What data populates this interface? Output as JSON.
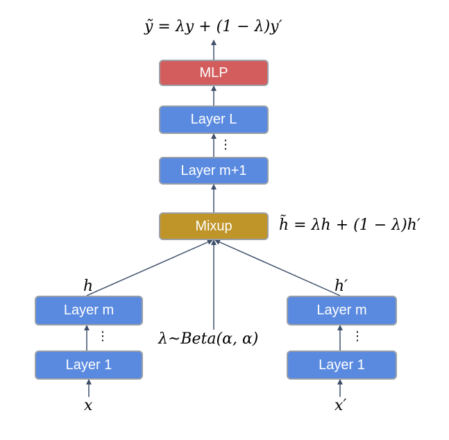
{
  "colors": {
    "layer": "#5a8ae0",
    "mlp": "#d35d5d",
    "mixup": "#bf9428",
    "border": "#9a9fa6",
    "arrow": "#3f4f6a"
  },
  "output_formula": "ỹ = λy + (1 − λ)y′",
  "mixed_formula": "h̃ = λh + (1 − λ)h′",
  "lambda_formula": "λ~Beta(α, α)",
  "boxes": {
    "mlp": "MLP",
    "layer_l": "Layer L",
    "layer_m1": "Layer m+1",
    "mixup": "Mixup",
    "left_layer_m": "Layer m",
    "left_layer_1": "Layer 1",
    "right_layer_m": "Layer m",
    "right_layer_1": "Layer 1"
  },
  "labels": {
    "h": "h",
    "h_prime": "h′",
    "x": "x",
    "x_prime": "x′"
  },
  "ellipsis": "⋮"
}
